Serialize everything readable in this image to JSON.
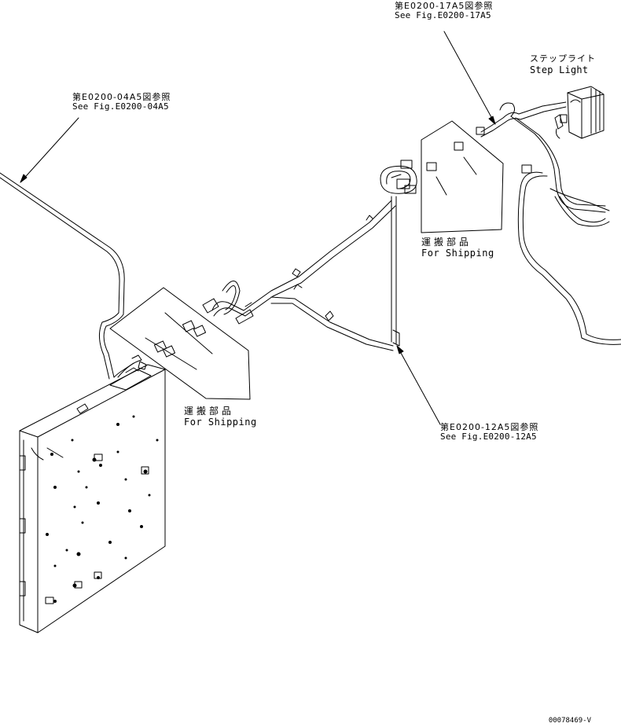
{
  "refs": {
    "ref_04a5": {
      "jp": "第E0200-04A5図参照",
      "en": "See Fig.E0200-04A5"
    },
    "ref_17a5": {
      "jp": "第E0200-17A5図参照",
      "en": "See Fig.E0200-17A5"
    },
    "ref_12a5": {
      "jp": "第E0200-12A5図参照",
      "en": "See Fig.E0200-12A5"
    }
  },
  "step_light": {
    "jp": "ステップライト",
    "en": "Step Light"
  },
  "shipping_left": {
    "jp": "運搬部品",
    "en": "For Shipping"
  },
  "shipping_right": {
    "jp": "運搬部品",
    "en": "For Shipping"
  },
  "drawing_number": "00078469-V"
}
